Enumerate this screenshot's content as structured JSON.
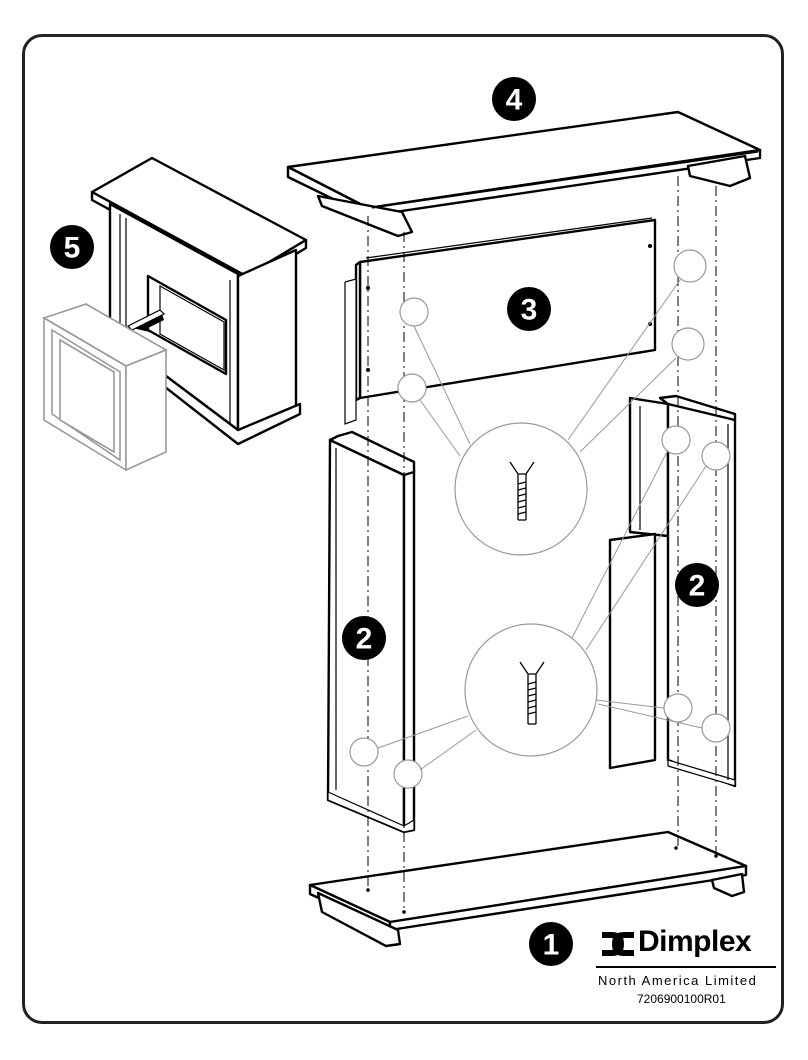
{
  "steps": [
    {
      "id": "1",
      "label": "1"
    },
    {
      "id": "2a",
      "label": "2"
    },
    {
      "id": "2b",
      "label": "2"
    },
    {
      "id": "3",
      "label": "3"
    },
    {
      "id": "4",
      "label": "4"
    },
    {
      "id": "5",
      "label": "5"
    }
  ],
  "brand": {
    "name": "Dimplex",
    "subtitle": "North America Limited"
  },
  "document": {
    "part_number": "7206900100R01"
  },
  "colors": {
    "line": "#000000",
    "guide": "#999999",
    "paper": "#ffffff"
  }
}
